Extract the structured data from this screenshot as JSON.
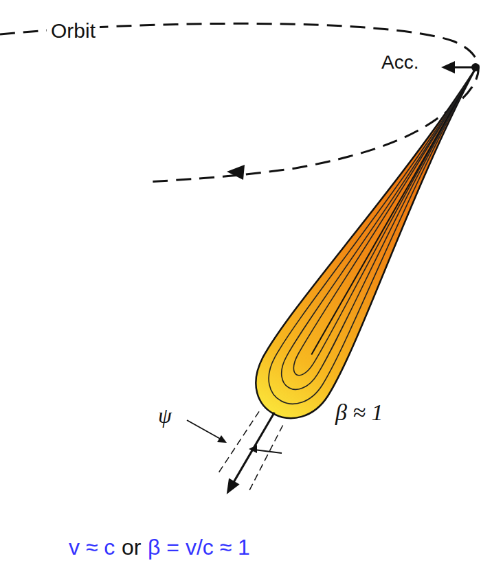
{
  "diagram": {
    "labels": [
      "Orbit",
      "Acc.",
      "ψ",
      "β ≈ 1",
      "v ≈ c",
      "or",
      "β = v/c ≈ 1"
    ]
  }
}
